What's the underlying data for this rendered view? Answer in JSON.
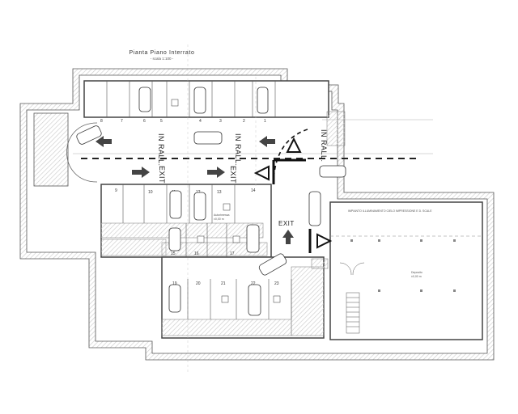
{
  "title": "Pianta Piano Interrato",
  "subtitle": "- scala 1:100 -",
  "labels": {
    "in_rall": "IN RALL.",
    "exit": "EXIT",
    "autorimessa": "Autorimessa",
    "autorimessa_quota": "±0,00 m",
    "deposito": "Deposito",
    "deposito_quota": "±0,00 m",
    "impianto_note": "IMPIANTO ILLUMINAMENTO CIELO IMPRESSIONE E D. SCALE"
  },
  "parking_spaces": {
    "top_row": [
      "8",
      "7",
      "6",
      "5",
      "4",
      "3",
      "2",
      "1"
    ],
    "mid_row_a": [
      "9",
      "10",
      "11",
      "12",
      "13",
      "14"
    ],
    "mid_row_b": [
      "15",
      "16",
      "17"
    ],
    "bottom_row": [
      "19",
      "20",
      "21",
      "22",
      "23"
    ]
  }
}
